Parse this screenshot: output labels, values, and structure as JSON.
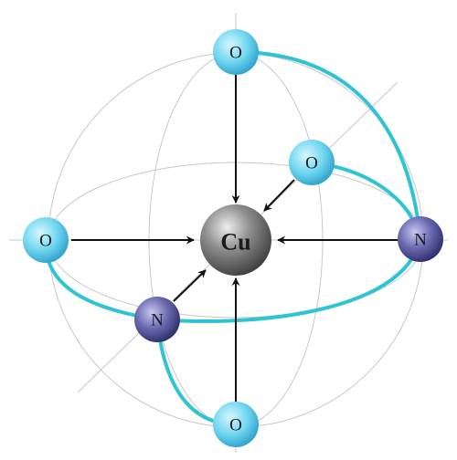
{
  "center_atom": {
    "label": "Cu"
  },
  "atoms": [
    {
      "id": "o-top",
      "label": "O",
      "element": "oxygen"
    },
    {
      "id": "o-back",
      "label": "O",
      "element": "oxygen"
    },
    {
      "id": "o-left",
      "label": "O",
      "element": "oxygen"
    },
    {
      "id": "o-bottom",
      "label": "O",
      "element": "oxygen"
    },
    {
      "id": "n-right",
      "label": "N",
      "element": "nitrogen"
    },
    {
      "id": "n-front",
      "label": "N",
      "element": "nitrogen"
    }
  ],
  "colors": {
    "oxygen": "#5fd0ec",
    "nitrogen": "#4f4f96",
    "copper": "#707070",
    "chelate_ring": "#2ec4d4",
    "guide_lines": "#c8c8c8",
    "arrows": "#111111"
  }
}
